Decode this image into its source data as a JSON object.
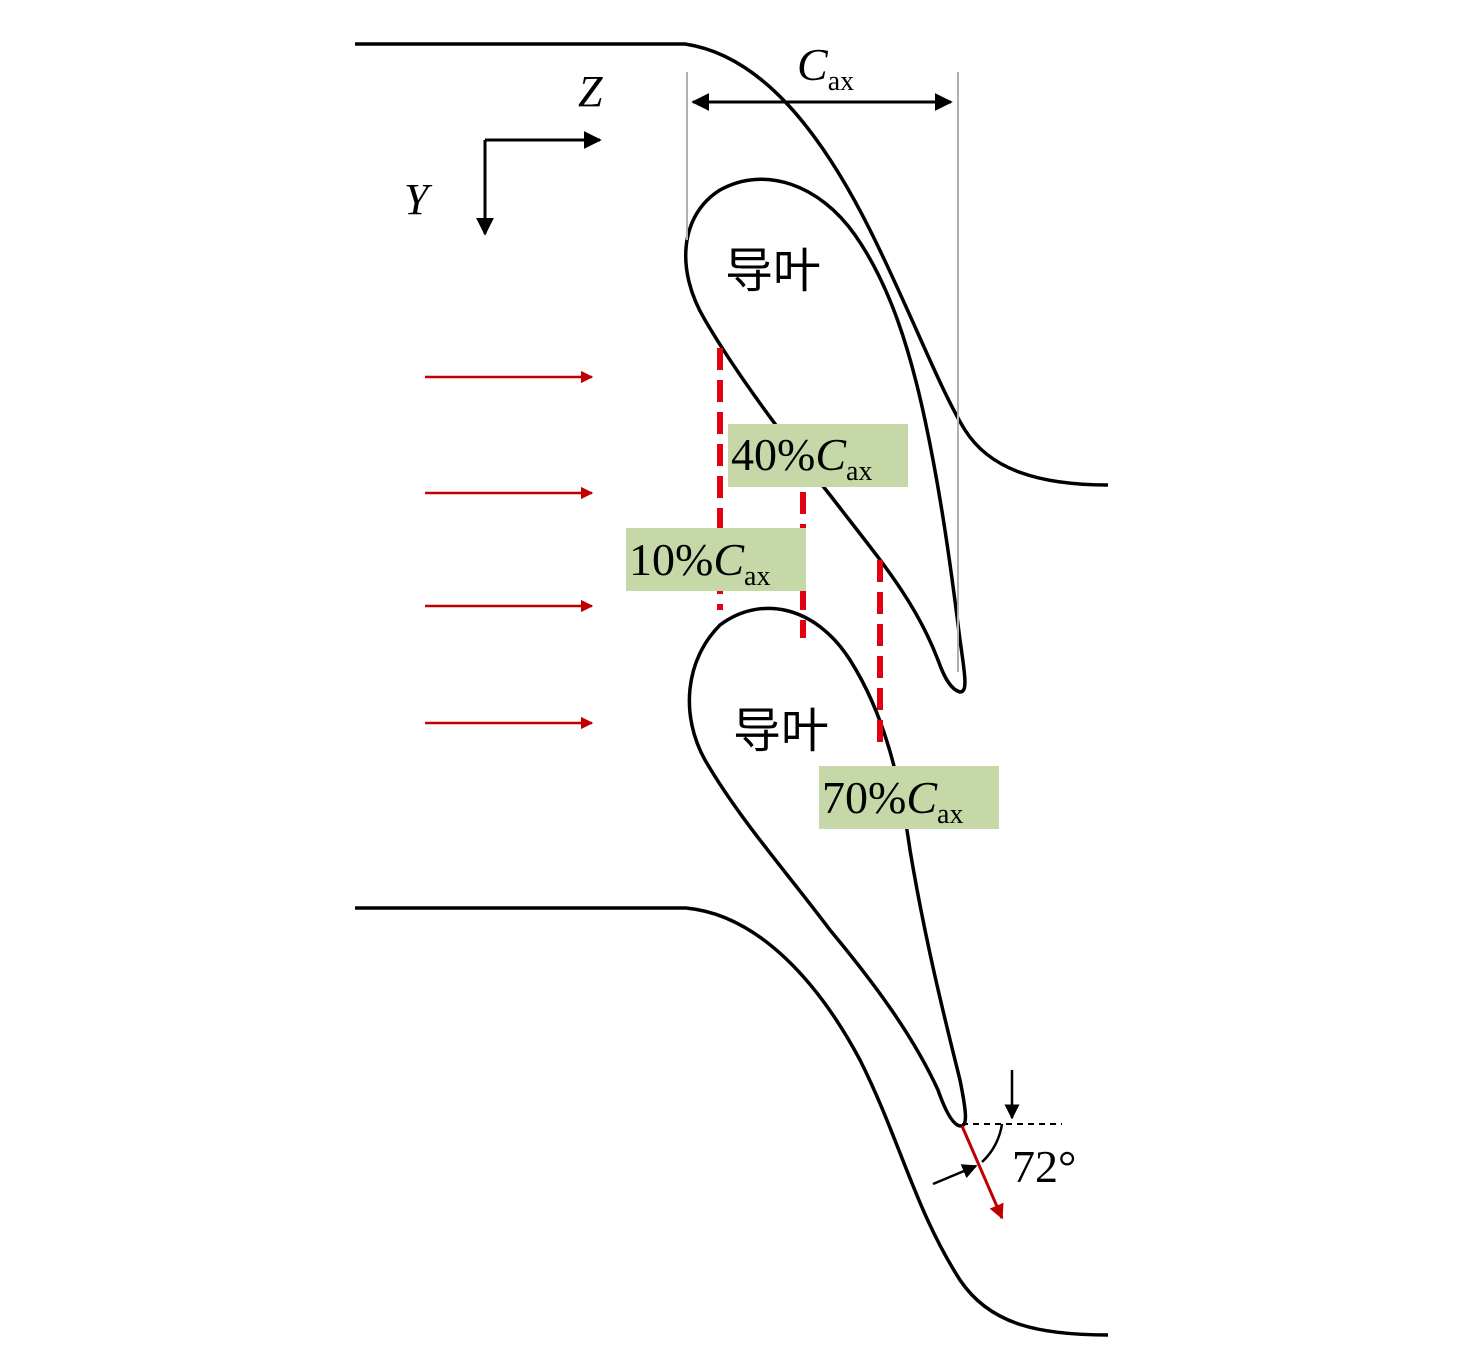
{
  "axes": {
    "z_label": "Z",
    "y_label": "Y"
  },
  "dimension": {
    "symbol": "C",
    "subscript": "ax"
  },
  "vanes": {
    "upper_label": "导叶",
    "lower_label": "导叶"
  },
  "stations": [
    {
      "percent": "40%",
      "symbol": "C",
      "subscript": "ax"
    },
    {
      "percent": "10%",
      "symbol": "C",
      "subscript": "ax"
    },
    {
      "percent": "70%",
      "symbol": "C",
      "subscript": "ax"
    }
  ],
  "angle": {
    "label": "72°"
  },
  "colors": {
    "outline": "#000000",
    "flow_arrow": "#c00000",
    "dashed_line": "#e3000f",
    "label_box": "#c6d8a8",
    "guide_line": "#b0b0b0"
  }
}
